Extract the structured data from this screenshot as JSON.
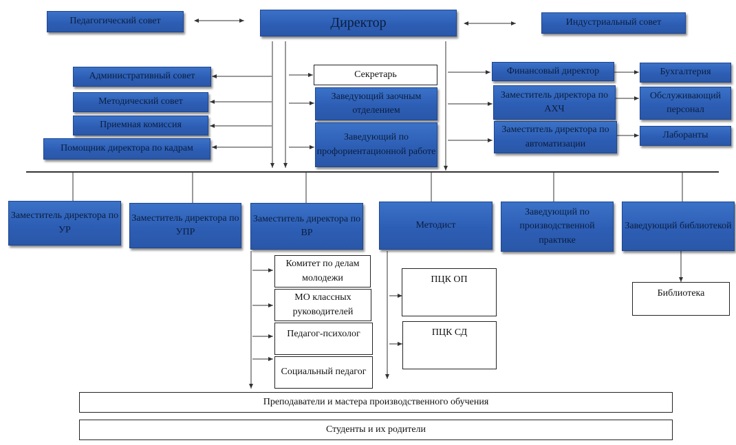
{
  "top": {
    "director": "Директор",
    "ped_council": "Педагогический совет",
    "ind_council": "Индустриальный совет"
  },
  "left": {
    "admin_council": "Административный совет",
    "method_council": "Методический совет",
    "admission": "Приемная комиссия",
    "hr_assistant": "Помощник директора по кадрам"
  },
  "center": {
    "secretary": "Секретарь",
    "correspondence_head": "Заведующий заочным отделением",
    "career_head": "Заведующий по профориентационной работе"
  },
  "right": {
    "fin_director": "Финансовый директор",
    "accounting": "Бухгалтерия",
    "deputy_ahch": "Заместитель директора по АХЧ",
    "service_staff": "Обслуживающий персонал",
    "deputy_automation": "Заместитель директора по автоматизации",
    "lab_staff": "Лаборанты"
  },
  "deputies": {
    "deputy_ur": "Заместитель директора по УР",
    "deputy_upr": "Заместитель директора по УПР",
    "deputy_vr": "Заместитель директора по ВР",
    "methodist": "Методист",
    "practice_head": "Заведующий по производственной практике",
    "library_head": "Заведующий библиотекой"
  },
  "vr_sub": {
    "youth_committee": "Комитет по делам молодежи",
    "mo_class": "МО классных руководителей",
    "psychologist": "Педагог-психолог",
    "social_ped": "Социальный педагог"
  },
  "methodist_sub": {
    "pck_op": "ПЦК ОП",
    "pck_sd": "ПЦК СД"
  },
  "library_sub": {
    "library": "Библиотека"
  },
  "bottom": {
    "teachers": "Преподаватели и мастера производственного обучения",
    "students": "Студенты и их родители"
  }
}
